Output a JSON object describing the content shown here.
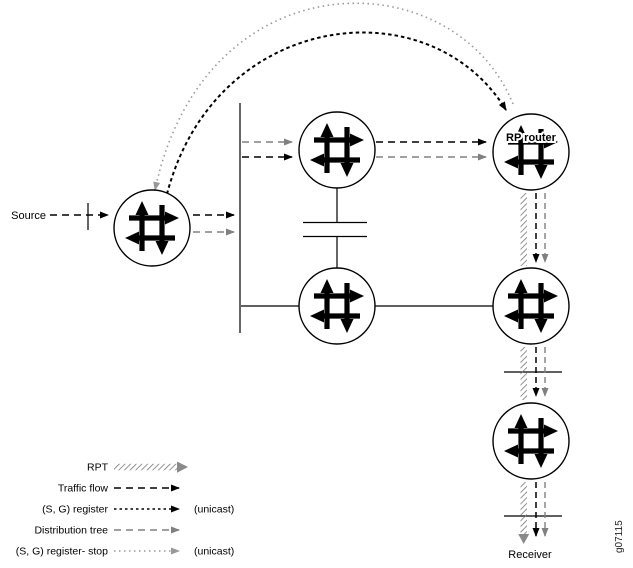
{
  "diagram": {
    "source_label": "Source",
    "rp_label": "RP router",
    "receiver_label": "Receiver",
    "figure_id": "g07115"
  },
  "legend": {
    "items": [
      {
        "label": "RPT",
        "style": "rpt-hatched-arrow"
      },
      {
        "label": "Traffic flow",
        "style": "black-dashed-arrow"
      },
      {
        "label": "(S, G) register",
        "style": "black-dotted-arrow",
        "suffix": "(unicast)"
      },
      {
        "label": "Distribution tree",
        "style": "gray-dashed-arrow"
      },
      {
        "label": "(S, G) register- stop",
        "style": "light-dotted-arrow",
        "suffix": "(unicast)"
      }
    ]
  },
  "colors": {
    "line_black": "#000000",
    "distribution_gray": "#808080",
    "register_stop_gray": "#999999",
    "rpt_hatch_gray": "#777777"
  },
  "routers": [
    {
      "name": "source-dr-router"
    },
    {
      "name": "top-middle-router"
    },
    {
      "name": "bottom-middle-router"
    },
    {
      "name": "rp-router"
    },
    {
      "name": "right-middle-router"
    },
    {
      "name": "bottom-right-router"
    }
  ]
}
